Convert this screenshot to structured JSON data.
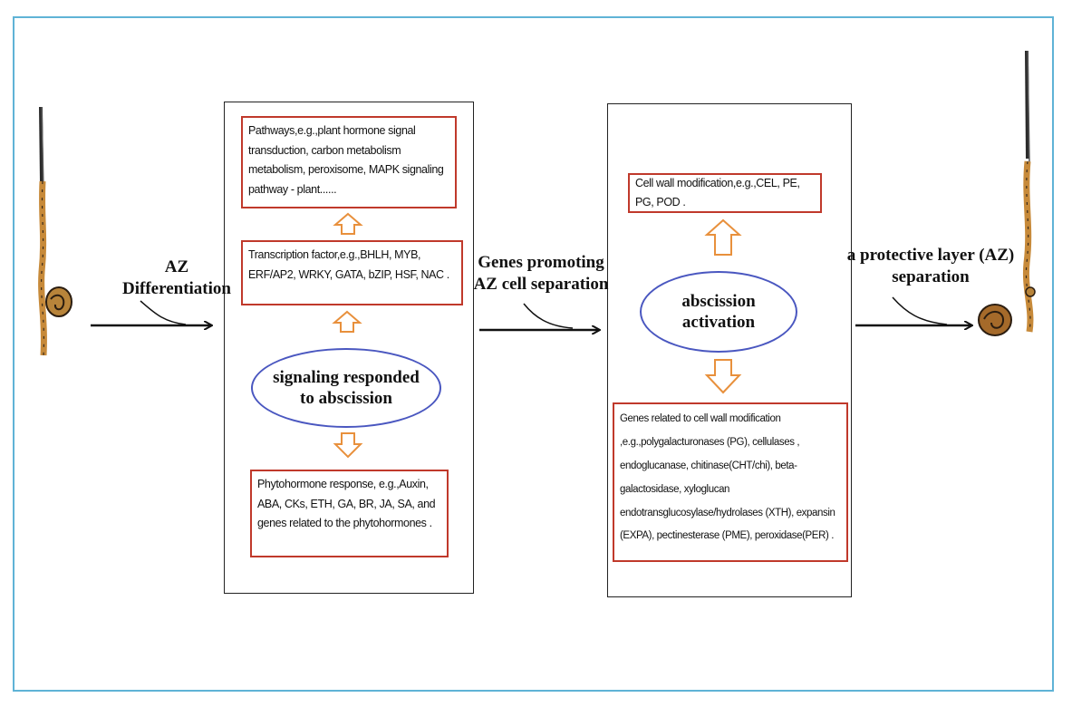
{
  "labels": {
    "az_differentiation": [
      "AZ",
      "Differentiation"
    ],
    "genes_promoting": [
      "Genes promoting",
      "AZ cell separation"
    ],
    "protective_layer": [
      "a protective layer (AZ)",
      "separation"
    ]
  },
  "panel1": {
    "pathways": "Pathways,e.g.,plant hormone signal transduction, carbon metabolism metabolism, peroxisome, MAPK signaling pathway - plant......",
    "transcription": "Transcription factor,e.g.,BHLH, MYB, ERF/AP2, WRKY, GATA, bZIP, HSF, NAC .",
    "ellipse": [
      "signaling responded",
      "to abscission"
    ],
    "phytohormone": "Phytohormone response, e.g.,Auxin, ABA, CKs, ETH, GA, BR, JA, SA, and genes related to the phytohormones ."
  },
  "panel2": {
    "cell_wall": "Cell wall modification,e.g.,CEL, PE, PG, POD .",
    "ellipse": [
      "abscission",
      "activation"
    ],
    "genes_related": "Genes related to cell wall modification ,e.g.,polygalacturonases (PG), cellulases , endoglucanase, chitinase(CHT/chi), beta-galactosidase, xyloglucan endotransglucosylase/hydrolases (XTH), expansin (EXPA), pectinesterase (PME), peroxidase(PER) ."
  },
  "colors": {
    "frame": "#5fb3d6",
    "red_box": "#c0392b",
    "ellipse": "#4a57c0",
    "arrow_orange": "#e8903c",
    "stem": "#c78a3a"
  }
}
